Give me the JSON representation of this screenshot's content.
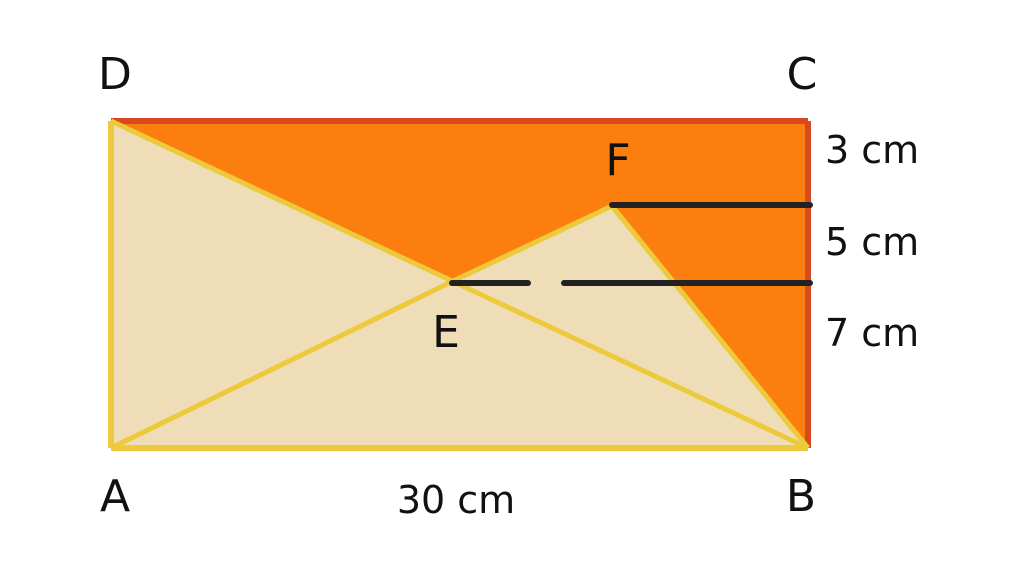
{
  "points": {
    "A": "A",
    "B": "B",
    "C": "C",
    "D": "D",
    "E": "E",
    "F": "F"
  },
  "dimensions": {
    "bottom": "30 cm",
    "right_top": "3 cm",
    "right_middle": "5 cm",
    "right_bottom": "7 cm"
  },
  "colors": {
    "shaded_orange": "#FB7E0E",
    "orange_border": "#D9491F",
    "beige": "#EFDDB7",
    "yellow_line": "#EDC93C",
    "dark_line": "#222222"
  }
}
